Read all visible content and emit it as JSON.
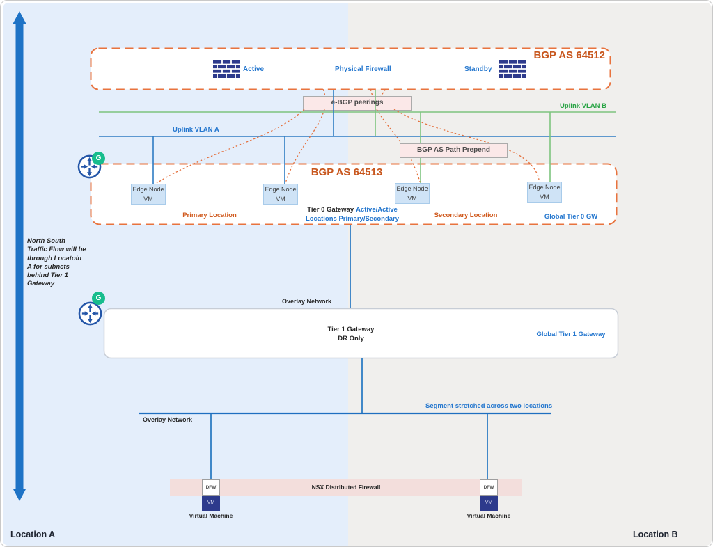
{
  "locations": {
    "a": "Location A",
    "b": "Location B"
  },
  "side_note": "North South\nTraffic Flow will be\nthrough Locatoin\nA for subnets\nbehind Tier 1\nGateway",
  "firewall_zone": {
    "title": "BGP AS 64512",
    "active": "Active",
    "center_label": "Physical Firewall",
    "standby": "Standby"
  },
  "ebgp": {
    "label": "e-BGP peerings"
  },
  "uplinks": {
    "vlan_a": "Uplink VLAN A",
    "vlan_b": "Uplink VLAN B"
  },
  "prepend": {
    "label": "BGP AS Path Prepend"
  },
  "edge_zone": {
    "title": "BGP AS 64513",
    "node_line1": "Edge Node",
    "node_line2": "VM",
    "primary": "Primary Location",
    "tier0_name": "Tier 0 Gateway",
    "tier0_mode": "Active/Active",
    "tier0_locations": "Locations Primary/Secondary",
    "secondary": "Secondary Location",
    "global_t0": "Global Tier 0 GW"
  },
  "overlay": {
    "label1": "Overlay Network",
    "label2": "Overlay Network"
  },
  "tier1": {
    "name": "Tier 1 Gateway",
    "mode": "DR Only",
    "global": "Global Tier 1 Gateway"
  },
  "segment": {
    "label": "Segment stretched across two locations"
  },
  "dfw": {
    "title": "NSX Distributed Firewall",
    "box": "DFW",
    "vm": "VM",
    "machine": "Virtual Machine"
  },
  "badge": "G",
  "colors": {
    "orange_border": "#E8733E",
    "orange_title": "#C8571E",
    "orange_label": "#D05A1E",
    "blue_text": "#2376CE",
    "blue_line": "#2E7CC3",
    "blue_dark": "#1F6FC0",
    "green_line": "#7DC47E",
    "green_text": "#27A343",
    "navy": "#2D3A8C",
    "teal": "#17BD8D",
    "router": "#2456A8",
    "pink": "#FBE8E8",
    "band": "#F3DEDC",
    "edge_fill": "#CFE3F6",
    "edge_border": "#A8CBEA",
    "ink": "#262626",
    "arrow": "#1E73C6"
  }
}
